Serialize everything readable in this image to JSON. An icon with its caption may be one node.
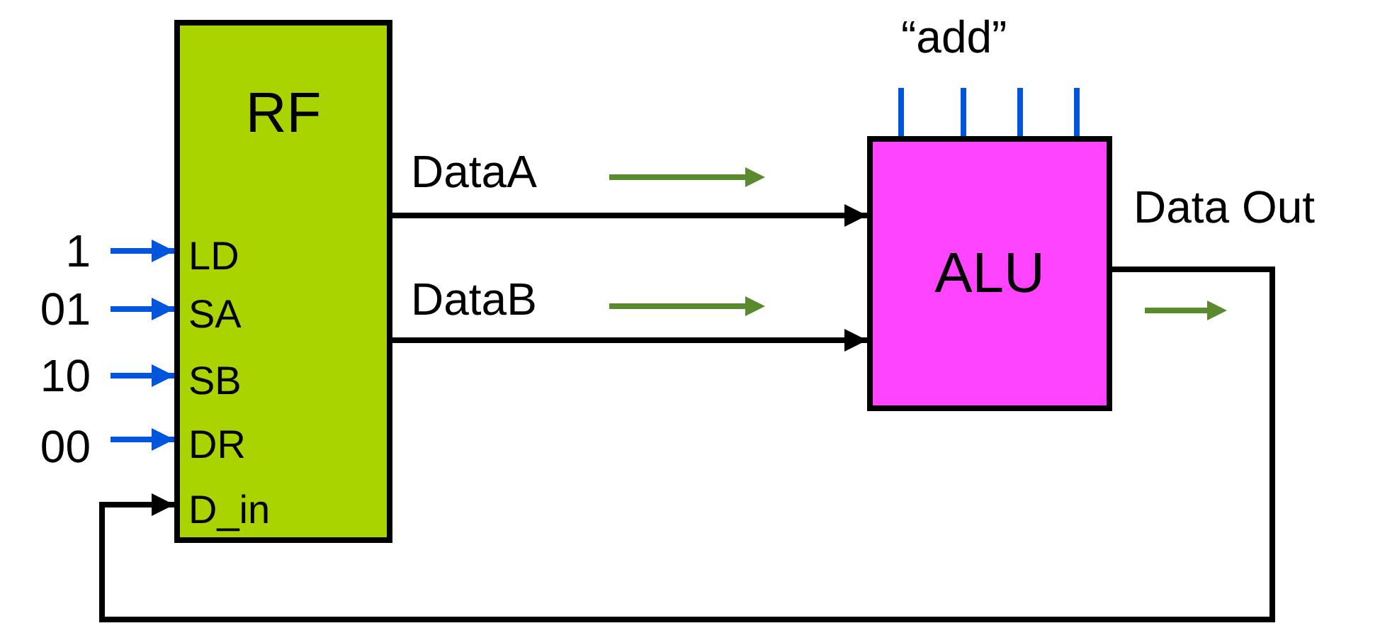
{
  "diagram": {
    "nodes": [
      {
        "text": [
          "RF"
        ]
      },
      {
        "text": [
          "LD"
        ],
        "in": 0
      },
      {
        "text": [
          "SA"
        ],
        "in": 0
      },
      {
        "text": [
          "SB"
        ],
        "in": 0
      },
      {
        "text": [
          "DR"
        ],
        "in": 0
      },
      {
        "text": [
          "D_in"
        ],
        "in": 0
      },
      {
        "text": [
          "1"
        ]
      },
      {
        "text": [
          "01"
        ]
      },
      {
        "text": [
          "10"
        ]
      },
      {
        "text": [
          "00"
        ]
      },
      {
        "text": [
          "ALU"
        ]
      }
    ],
    "edges": [
      {
        "from": 6,
        "to": 1,
        "arrow": "to"
      },
      {
        "from": 7,
        "to": 2,
        "arrow": "to"
      },
      {
        "from": 8,
        "to": 3,
        "arrow": "to"
      },
      {
        "from": 9,
        "to": 4,
        "arrow": "to"
      },
      {
        "from": 0,
        "to": 10,
        "arrow": "to",
        "label": "DataA",
        "color": "#000000"
      },
      {
        "from": 0,
        "to": 10,
        "arrow": "to",
        "label": "DataB",
        "color": "#000000"
      },
      {
        "from": 10,
        "to": 5,
        "arrow": "to",
        "label": "Data Out",
        "color": "#000000"
      },
      {
        "from": null,
        "to": 10,
        "arrow": "none"
      },
      {
        "from": null,
        "to": 10,
        "arrow": "none"
      },
      {
        "from": null,
        "to": 10,
        "arrow": "none"
      },
      {
        "from": null,
        "to": 10,
        "arrow": "none"
      }
    ],
    "labels": [
      "“add”"
    ]
  }
}
